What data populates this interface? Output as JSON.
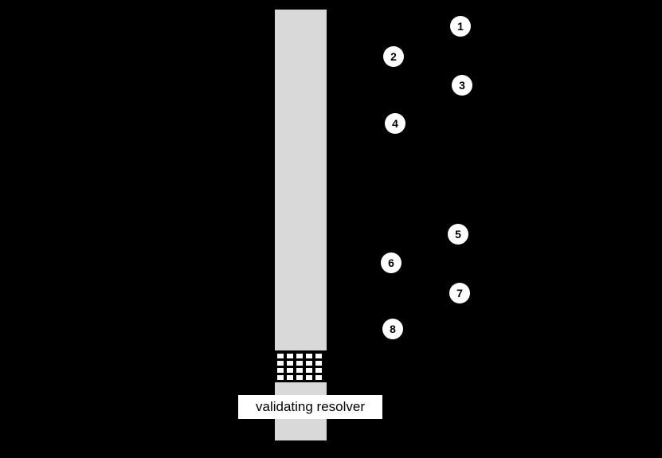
{
  "diagram": {
    "resolver_label": "validating resolver",
    "steps": [
      {
        "label": "1"
      },
      {
        "label": "2"
      },
      {
        "label": "3"
      },
      {
        "label": "4"
      },
      {
        "label": "5"
      },
      {
        "label": "6"
      },
      {
        "label": "7"
      },
      {
        "label": "8"
      }
    ],
    "colors": {
      "background": "#000000",
      "lifeline_bar": "#d9d9d9",
      "grid_square": "#ffffff",
      "label_background": "#ffffff",
      "label_text": "#000000",
      "step_circle_fill": "#ffffff",
      "step_circle_text": "#000000"
    }
  }
}
